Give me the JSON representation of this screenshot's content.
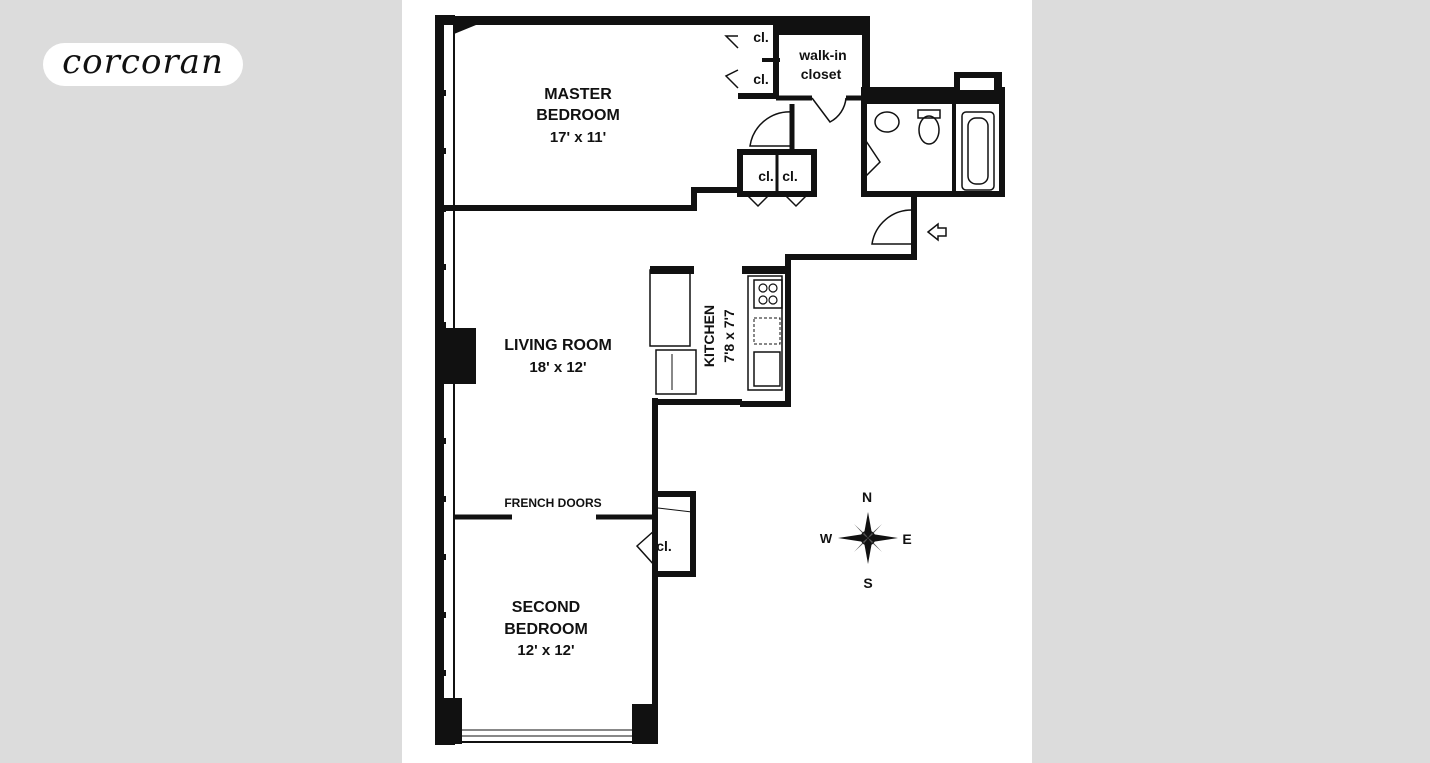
{
  "brand": {
    "logo": "corcoran"
  },
  "floorplan": {
    "master_bedroom": {
      "line1": "MASTER",
      "line2": "BEDROOM",
      "size": "17' x 11'"
    },
    "living_room": {
      "line1": "LIVING ROOM",
      "size": "18' x 12'"
    },
    "kitchen": {
      "line1": "KITCHEN",
      "size": "7'8 x 7'7"
    },
    "second_bedroom": {
      "line1": "SECOND",
      "line2": "BEDROOM",
      "size": "12' x 12'"
    },
    "french_doors": "FRENCH DOORS",
    "walk_in_closet": {
      "line1": "walk-in",
      "line2": "closet"
    },
    "closet": "cl.",
    "compass": {
      "n": "N",
      "e": "E",
      "s": "S",
      "w": "W"
    }
  }
}
